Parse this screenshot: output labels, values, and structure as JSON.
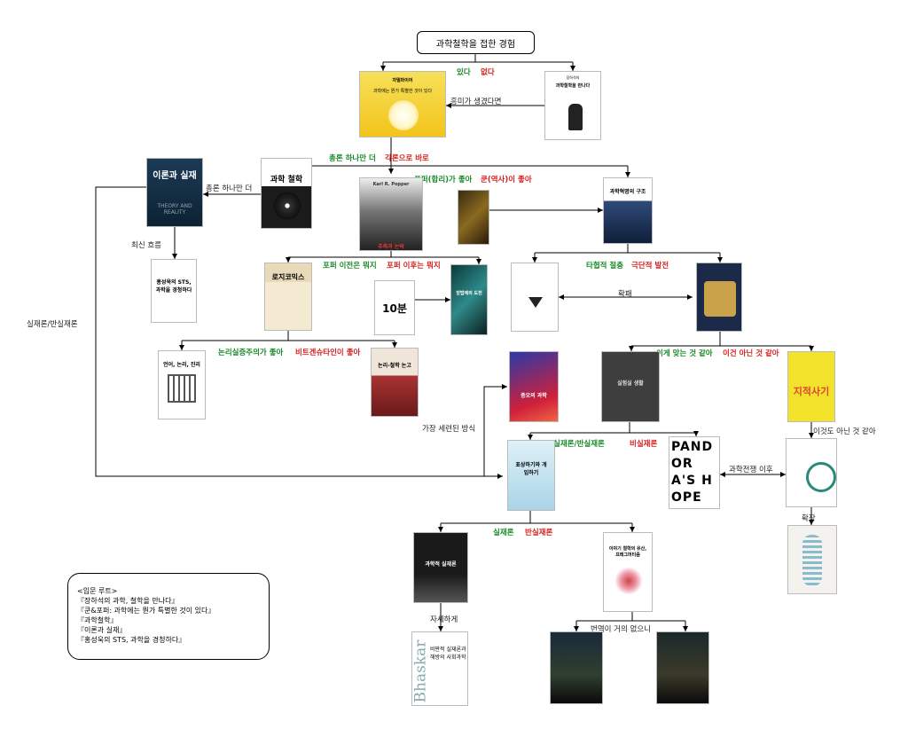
{
  "root": "과학철학을 접한 경험",
  "edges": {
    "yes": "있다",
    "no": "없다",
    "if_interested": "흥미가 생겼다면",
    "one_more_survey": "총론 하나만 더",
    "straight_to_topics": "각론으로 바로",
    "one_more_survey_2": "총론 하나만 더",
    "popper_good": "포퍼(합리)가 좋아",
    "kuhn_good": "쿤(역사)이 좋아",
    "recent_trend": "최신 흐름",
    "before_popper": "포퍼 이전은 뭐지",
    "after_popper": "포퍼 이후는 뭐지",
    "compromise": "타협적 절충",
    "radical": "극단적 발전",
    "expansion": "확패",
    "logical_positivism": "논리실증주의가 좋아",
    "wittgenstein": "비트겐슈타인이 좋아",
    "realism_antirealism": "실재론/반실재론",
    "fits": "이게 맞는 것 같아",
    "not_this": "이건 아닌 것 같아",
    "most_refined": "가장 세련된 방식",
    "realism_antirealism_2": "실재론/반실재론",
    "non_realism": "비실재론",
    "neither": "이것도 아닌 것 같아",
    "science_wars": "과학전쟁 이후",
    "extension": "확장",
    "realism": "실재론",
    "antirealism": "반실재론",
    "in_detail": "자세하게",
    "few_translations": "번역이 거의 없으니"
  },
  "books": {
    "b1": {
      "title": "과학에는 뭔가 특별한 것이 있다",
      "series": "차멀마이어"
    },
    "b2": {
      "title": "과학철학을 만나다",
      "series": "장하석의"
    },
    "b3": {
      "title": "과학 철학"
    },
    "b4": {
      "title": "이론과 실재",
      "sub": "THEORY AND REALITY"
    },
    "b5": {
      "title": "추측과 논박",
      "author": "Karl R. Popper"
    },
    "b6": {
      "title": "과학혁명의 구조"
    },
    "b7": {
      "title": "홍성욱의 STS, 과학을 경청하다"
    },
    "b8": {
      "title": "로지코믹스"
    },
    "b9": {
      "title": "10분"
    },
    "b10": {
      "title": "방법에의 도전"
    },
    "b11": {
      "title": "언어, 논리, 진리"
    },
    "b12": {
      "title": "논리-철학 논고"
    },
    "b13": {
      "title": "증오의 과학"
    },
    "b14": {
      "title": "실험실 생활"
    },
    "b15": {
      "title": "지적사기"
    },
    "b16": {
      "title": "표상하기와 개입하기"
    },
    "b17": {
      "title": "PANDORA'S HOPE"
    },
    "b18": {
      "title": "과학적 실재론"
    },
    "b19": {
      "title": "비판적 실재론과 해방의 사회과학",
      "spine": "Bhaskar"
    },
    "b20": {
      "title": "이야기 철학의 유산, 프래그머티즘"
    }
  },
  "legend": {
    "lines": [
      "<입문 루트>",
      "『장하석의 과학, 철학을 만나다』",
      "『쿤&포퍼: 과학에는 뭔가 특별한 것이 있다』",
      "『과학철학』",
      "『이론과 실재』",
      "『홍성욱의 STS, 과학을 경청하다』"
    ]
  },
  "colors": {
    "green": "#1a8a2a",
    "red": "#d81e1e"
  }
}
